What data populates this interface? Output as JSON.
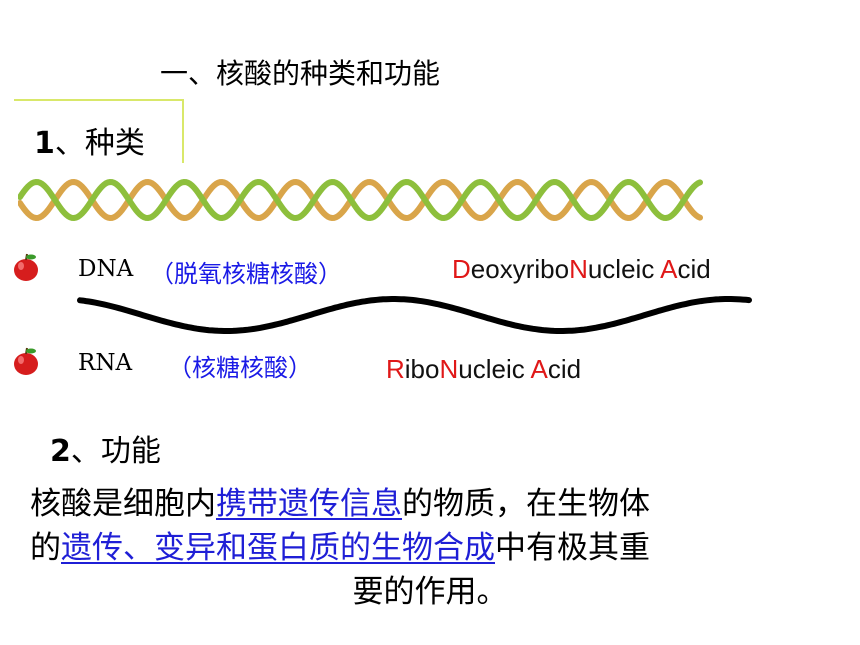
{
  "slide": {
    "title": "一、核酸的种类和功能",
    "section1": {
      "num": "1",
      "text": "、种类"
    },
    "dna": {
      "abbr": "DNA",
      "cn": "（脱氧核糖核酸）",
      "full_parts": [
        {
          "t": "D",
          "cap": true
        },
        {
          "t": "eoxyribo",
          "cap": false
        },
        {
          "t": "N",
          "cap": true
        },
        {
          "t": "ucleic ",
          "cap": false
        },
        {
          "t": "A",
          "cap": true
        },
        {
          "t": "cid",
          "cap": false
        }
      ]
    },
    "rna": {
      "abbr": "RNA",
      "cn": "（核糖核酸）",
      "full_parts": [
        {
          "t": "R",
          "cap": true
        },
        {
          "t": "ibo",
          "cap": false
        },
        {
          "t": "N",
          "cap": true
        },
        {
          "t": "ucleic ",
          "cap": false
        },
        {
          "t": "A",
          "cap": true
        },
        {
          "t": "cid",
          "cap": false
        }
      ]
    },
    "section2": {
      "num": "2",
      "text": "、功能"
    },
    "paragraph": {
      "p1": "核酸是细胞内",
      "link1": "携带遗传信息",
      "p2": "的物质，在生物体",
      "p3": "的",
      "link2": "遗传、变异和蛋白质的生物合成",
      "p4": "中有极其重",
      "p5": "要的作用。"
    },
    "icons": [
      "apple-icon",
      "dna-helix-icon",
      "rna-strand-icon"
    ],
    "colors": {
      "link": "#1f1fd6",
      "capital": "#e01818",
      "cn_label": "#1a1ae6",
      "helix_green": "#8dbf3c",
      "helix_orange": "#d9a54a"
    }
  }
}
